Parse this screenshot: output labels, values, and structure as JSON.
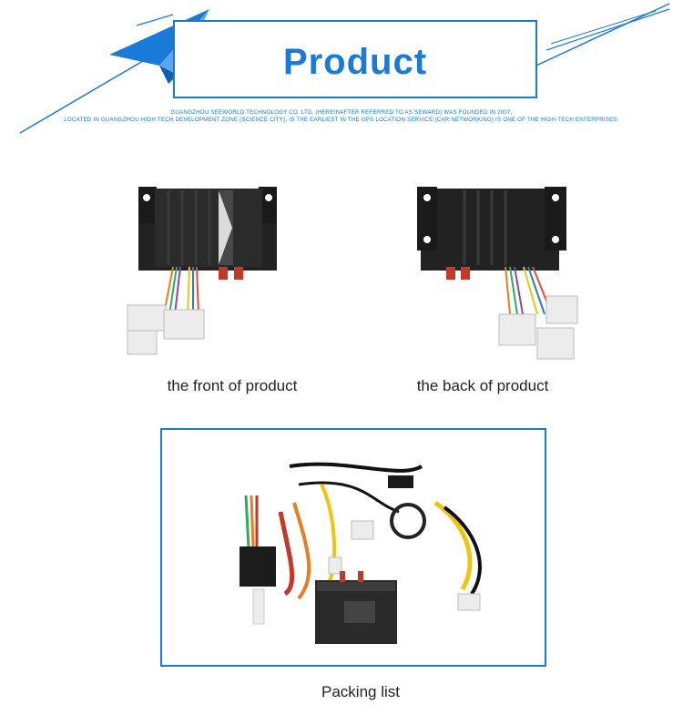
{
  "header": {
    "title": "Product",
    "description_line1": "GUANGZHOU SEEWORLD TECHNOLOGY CO. LTD. (HEREINAFTER REFERRED TO AS SEWARD) WAS FOUNDED IN 2007,",
    "description_line2": "LOCATED IN GUANGZHOU HIGH TECH DEVELOPMENT ZONE (SCIENCE CITY), IS THE EARLIEST IN THE GPS LOCATION SERVICE (CAR NETWORKING) IS ONE OF THE HIGH-TECH ENTERPRISES."
  },
  "gallery": {
    "front_caption": "the front of product",
    "back_caption": "the back of product",
    "packing_caption": "Packing list"
  },
  "colors": {
    "accent": "#1a7ad8",
    "device_body": "#222222",
    "connector": "#e9e9e9",
    "antenna": "#c0392b"
  }
}
